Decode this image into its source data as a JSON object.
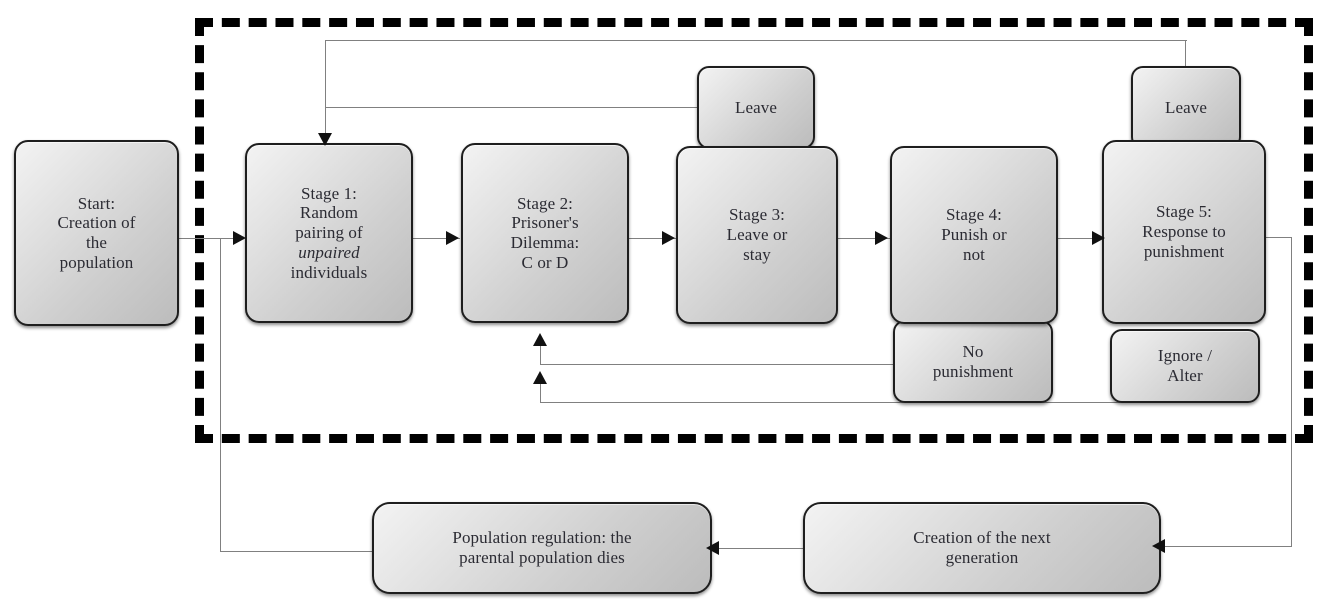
{
  "diagram": {
    "title": "Evolutionary simulation life-cycle flowchart",
    "accent_border": "#1e1e1e",
    "node_fill_light": "#f3f3f3",
    "node_fill_dark": "#bcbcbc",
    "connector_color": "#808080",
    "dashed_frame_color": "#000000"
  },
  "nodes": {
    "start": {
      "label": "Start:\nCreation of\nthe\npopulation",
      "lines": [
        "Start:",
        "Creation of",
        "the",
        "population"
      ]
    },
    "stage1": {
      "lines": [
        "Stage 1:",
        "Random",
        "pairing of",
        "unpaired",
        "individuals"
      ],
      "italic_line": "unpaired"
    },
    "stage2": {
      "lines": [
        "Stage 2:",
        "Prisoner's",
        "Dilemma:",
        "C or D"
      ]
    },
    "stage3": {
      "lines": [
        "Stage 3:",
        "Leave or",
        "stay"
      ]
    },
    "stage4": {
      "lines": [
        "Stage 4:",
        "Punish or",
        "not"
      ]
    },
    "stage5": {
      "lines": [
        "Stage 5:",
        "Response to",
        "punishment"
      ]
    },
    "leave_stage3": {
      "lines": [
        "Leave"
      ]
    },
    "leave_stage5": {
      "lines": [
        "Leave"
      ]
    },
    "no_punishment": {
      "lines": [
        "No",
        "punishment"
      ]
    },
    "ignore_alter": {
      "lines": [
        "Ignore /",
        "Alter"
      ]
    },
    "population_regulation": {
      "lines": [
        "Population regulation: the",
        "parental population dies"
      ]
    },
    "next_generation": {
      "lines": [
        "Creation of the next",
        "generation"
      ]
    }
  }
}
